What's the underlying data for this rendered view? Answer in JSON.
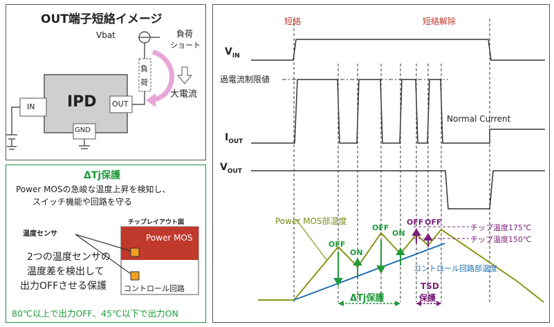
{
  "out_panel": {
    "title": "OUT端子短絡イメージ",
    "vbat": "Vbat",
    "load_short": [
      "負荷",
      "ショート"
    ],
    "load_box": [
      "負",
      "荷"
    ],
    "big_current": "大電流",
    "ipd": "IPD",
    "in": "IN",
    "out": "OUT",
    "gnd": "GND"
  },
  "dtj_panel": {
    "title": "ΔTj保護",
    "desc_line1": "Power MOSの急峻な温度上昇を検知し、",
    "desc_line2": "スイッチ機能や回路を守る",
    "chip_layout": "チップレイアウト図",
    "temp_sensor": "温度センサ",
    "power_mos": "Power MOS",
    "control_circuit": "コントロール回路",
    "body_line1": "2つの温度センサの",
    "body_line2": "温度差を検出して",
    "body_line3": "出力OFFさせる保護",
    "footer": "80℃以上で出力OFF、45℃以下で出力ON"
  },
  "waveform": {
    "short_label": "短絡",
    "release_label": "短絡解除",
    "vin": "V",
    "vin_sub": "IN",
    "iout": "I",
    "iout_sub": "OUT",
    "vout": "V",
    "vout_sub": "OUT",
    "overcurrent_limit": "過電流制限値",
    "normal_current": "Normal Current",
    "pmos_temp": "Power MOS部温度",
    "chip_175": "チップ温度175℃",
    "chip_150": "チップ温度150℃",
    "control_temp": "コントロール回路部温度",
    "off": "OFF",
    "on": "ON",
    "dtj_protect": "ΔTj保護",
    "tsd": "TSD",
    "tsd_protect": "保護"
  },
  "colors": {
    "green": "#1f9a3a",
    "purple": "#7a1f7a",
    "blue": "#1f6fb0",
    "olive": "#8a9418",
    "pink": "#e8a6d8",
    "chip_red": "#c0392b",
    "ipd_gray": "#cfcfcf"
  }
}
